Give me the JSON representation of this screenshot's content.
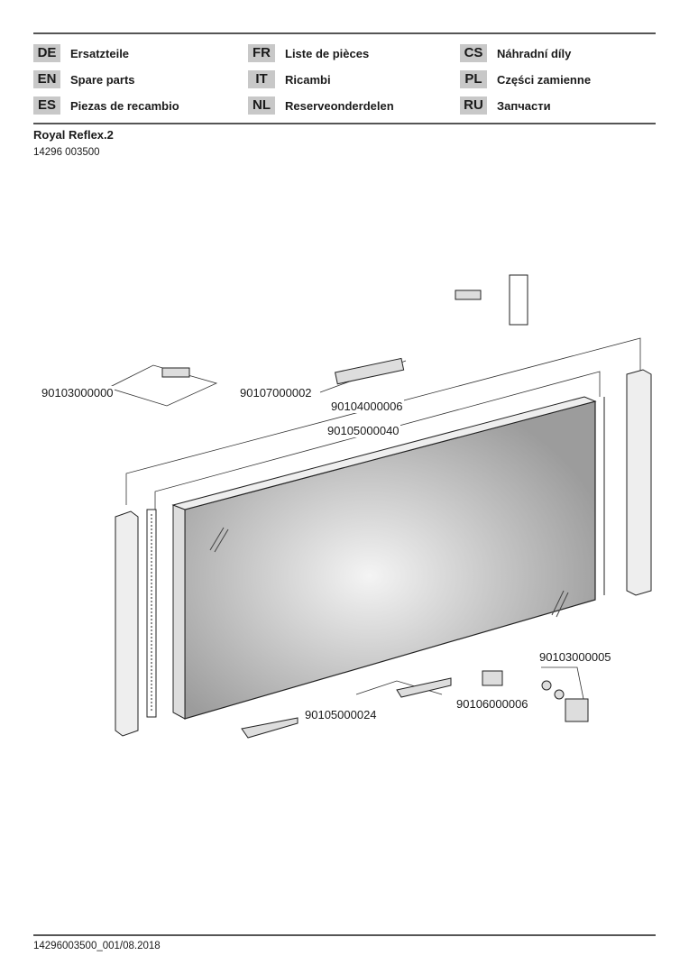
{
  "languages": [
    {
      "code": "DE",
      "label": "Ersatzteile"
    },
    {
      "code": "EN",
      "label": "Spare parts"
    },
    {
      "code": "ES",
      "label": "Piezas de recambio"
    },
    {
      "code": "FR",
      "label": "Liste de pièces"
    },
    {
      "code": "IT",
      "label": "Ricambi"
    },
    {
      "code": "NL",
      "label": "Reserveonderdelen"
    },
    {
      "code": "CS",
      "label": "Náhradní díly"
    },
    {
      "code": "PL",
      "label": "Części zamienne"
    },
    {
      "code": "RU",
      "label": "Запчасти"
    }
  ],
  "product": {
    "name": "Royal Reflex.2",
    "number": "14296 003500"
  },
  "parts": [
    "90103000000",
    "90107000002",
    "90104000006",
    "90105000040",
    "90103000005",
    "90106000006",
    "90105000024"
  ],
  "footer": "14296003500_001/08.2018"
}
